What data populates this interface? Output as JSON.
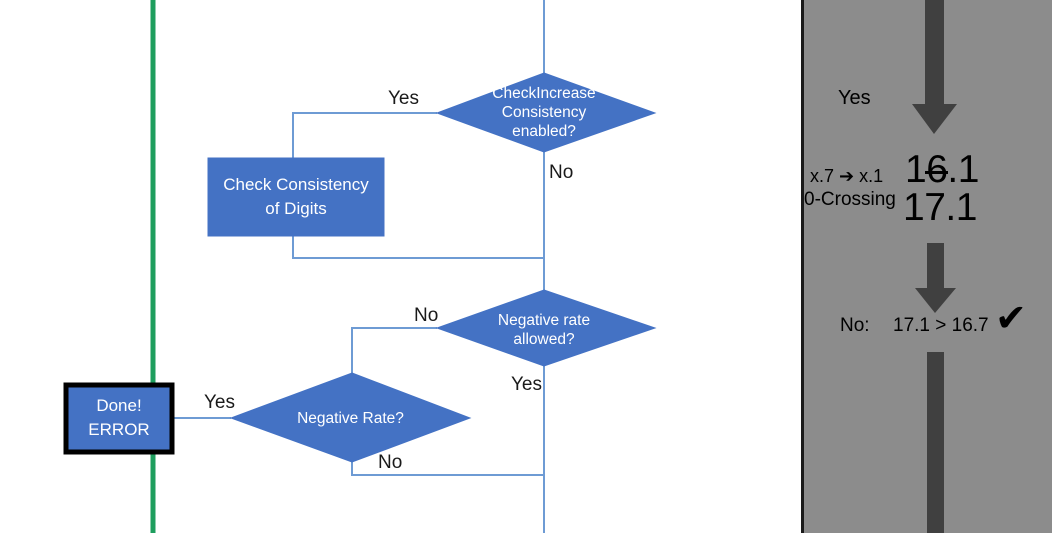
{
  "colors": {
    "node_fill": "#4472C4",
    "node_stroke": "#2F5597",
    "connector": "#6E9BD4",
    "green_line": "#1E9E5E",
    "panel_bg": "#8C8C8C",
    "panel_border": "#1A1A1A",
    "arrow": "#404040",
    "error_border": "#000000",
    "text_dark": "#1A1A1A",
    "text_light": "#FFFFFF"
  },
  "flowchart": {
    "nodes": [
      {
        "id": "check-increase-consistency",
        "shape": "diamond",
        "label": "CheckIncrease\nConsistency\nenabled?"
      },
      {
        "id": "check-consistency-of-digits",
        "shape": "rectangle",
        "label": "Check Consistency\nof Digits"
      },
      {
        "id": "negative-rate-allowed",
        "shape": "diamond",
        "label": "Negative rate\nallowed?"
      },
      {
        "id": "negative-rate",
        "shape": "diamond",
        "label": "Negative Rate?"
      },
      {
        "id": "done-error",
        "shape": "rectangle-emphasis",
        "label": "Done!\nERROR"
      }
    ],
    "edge_labels": [
      {
        "id": "edge-yes-check-increase",
        "text": "Yes"
      },
      {
        "id": "edge-no-check-increase",
        "text": "No"
      },
      {
        "id": "edge-no-negative-allowed",
        "text": "No"
      },
      {
        "id": "edge-yes-negative-allowed",
        "text": "Yes"
      },
      {
        "id": "edge-yes-negative-rate",
        "text": "Yes"
      },
      {
        "id": "edge-no-negative-rate",
        "text": "No"
      }
    ]
  },
  "panel": {
    "yes_label": "Yes",
    "rounding_label": "x.7 ➔ x.1",
    "zero_crossing_label": "0-Crossing",
    "value_struck_prefix": "1",
    "value_struck_digit": "6",
    "value_struck_suffix": ".1",
    "value_second": "17.1",
    "result_prefix": "No:",
    "result_comparison": "17.1 > 16.7",
    "check_mark": "✔"
  }
}
